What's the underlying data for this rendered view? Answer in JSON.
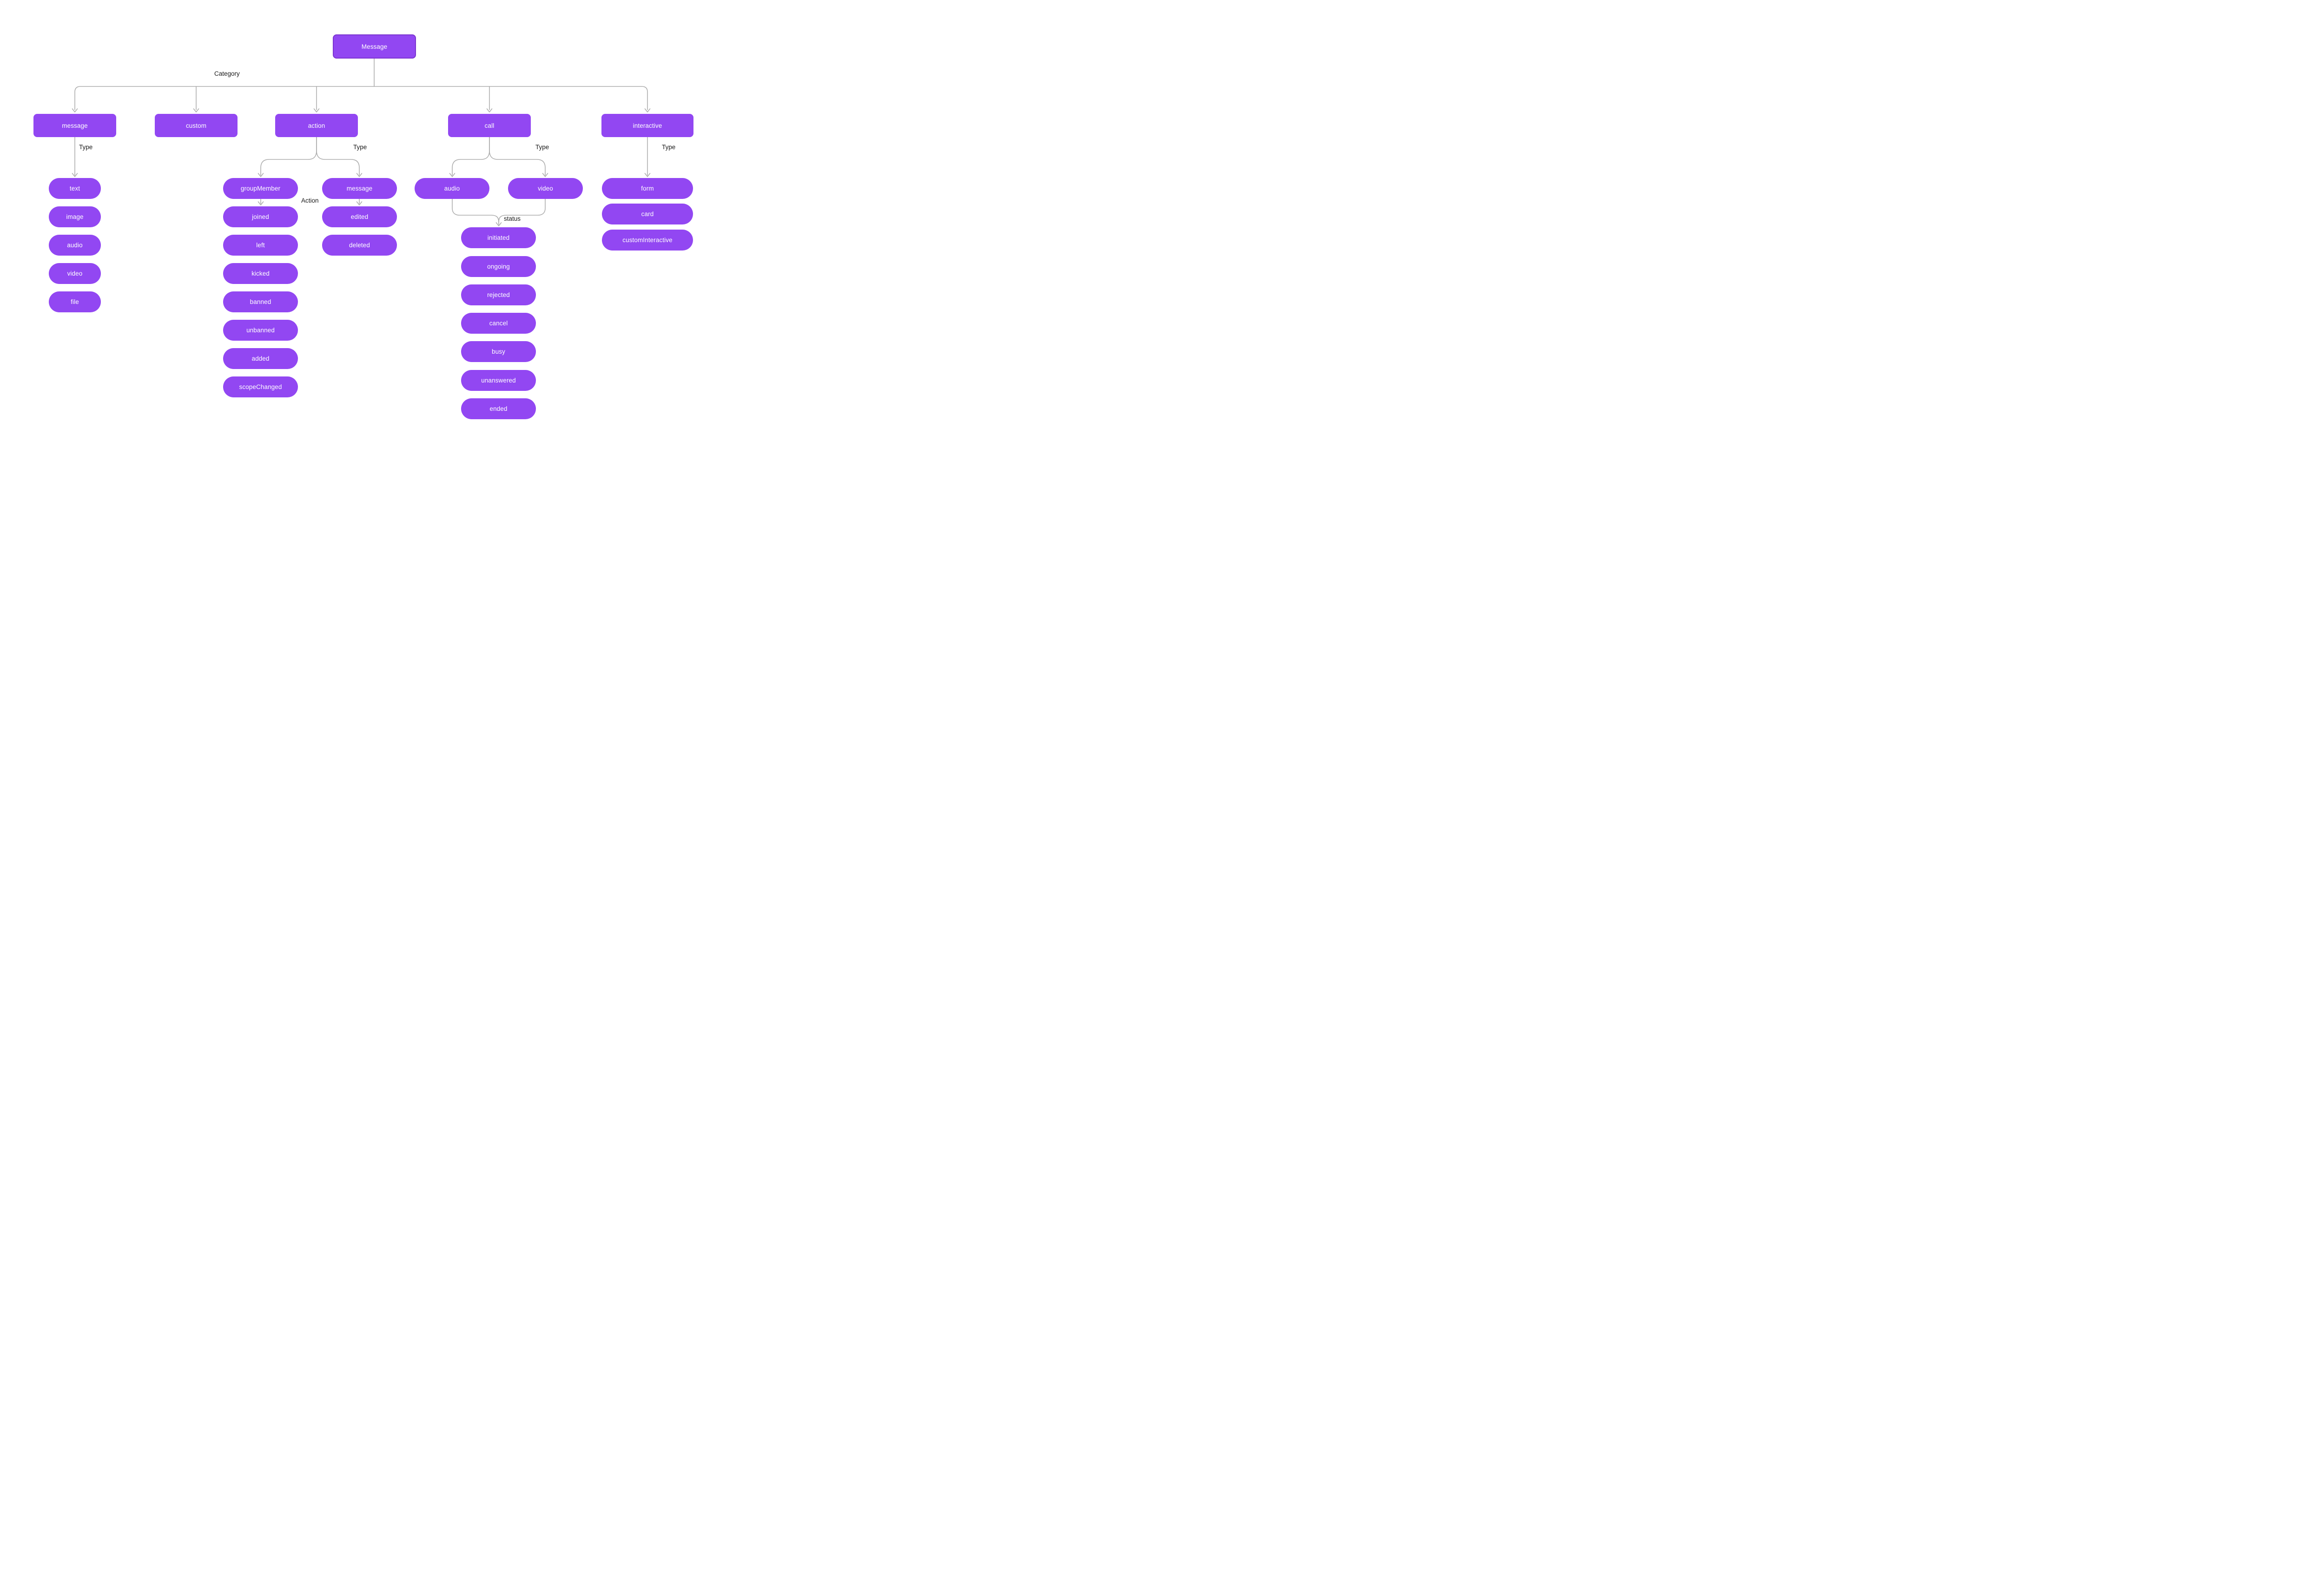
{
  "root": {
    "label": "Message"
  },
  "edge_labels": {
    "category": "Category",
    "type_message": "Type",
    "type_action": "Type",
    "type_call": "Type",
    "type_interactive": "Type",
    "action": "Action",
    "status": "status"
  },
  "categories": [
    {
      "label": "message"
    },
    {
      "label": "custom"
    },
    {
      "label": "action"
    },
    {
      "label": "call"
    },
    {
      "label": "interactive"
    }
  ],
  "message_types": [
    "text",
    "image",
    "audio",
    "video",
    "file"
  ],
  "action_types": [
    {
      "label": "groupMember"
    },
    {
      "label": "message"
    }
  ],
  "group_member_actions": [
    "joined",
    "left",
    "kicked",
    "banned",
    "unbanned",
    "added",
    "scopeChanged"
  ],
  "message_actions": [
    "edited",
    "deleted"
  ],
  "call_types": [
    {
      "label": "audio"
    },
    {
      "label": "video"
    }
  ],
  "call_statuses": [
    "initiated",
    "ongoing",
    "rejected",
    "cancel",
    "busy",
    "unanswered",
    "ended"
  ],
  "interactive_types": [
    "form",
    "card",
    "customInteractive"
  ],
  "colors": {
    "node_fill": "#9247f2",
    "root_border": "#7b35d0",
    "line": "#adadad",
    "label_text": "#191919",
    "node_text": "#ffffff"
  }
}
